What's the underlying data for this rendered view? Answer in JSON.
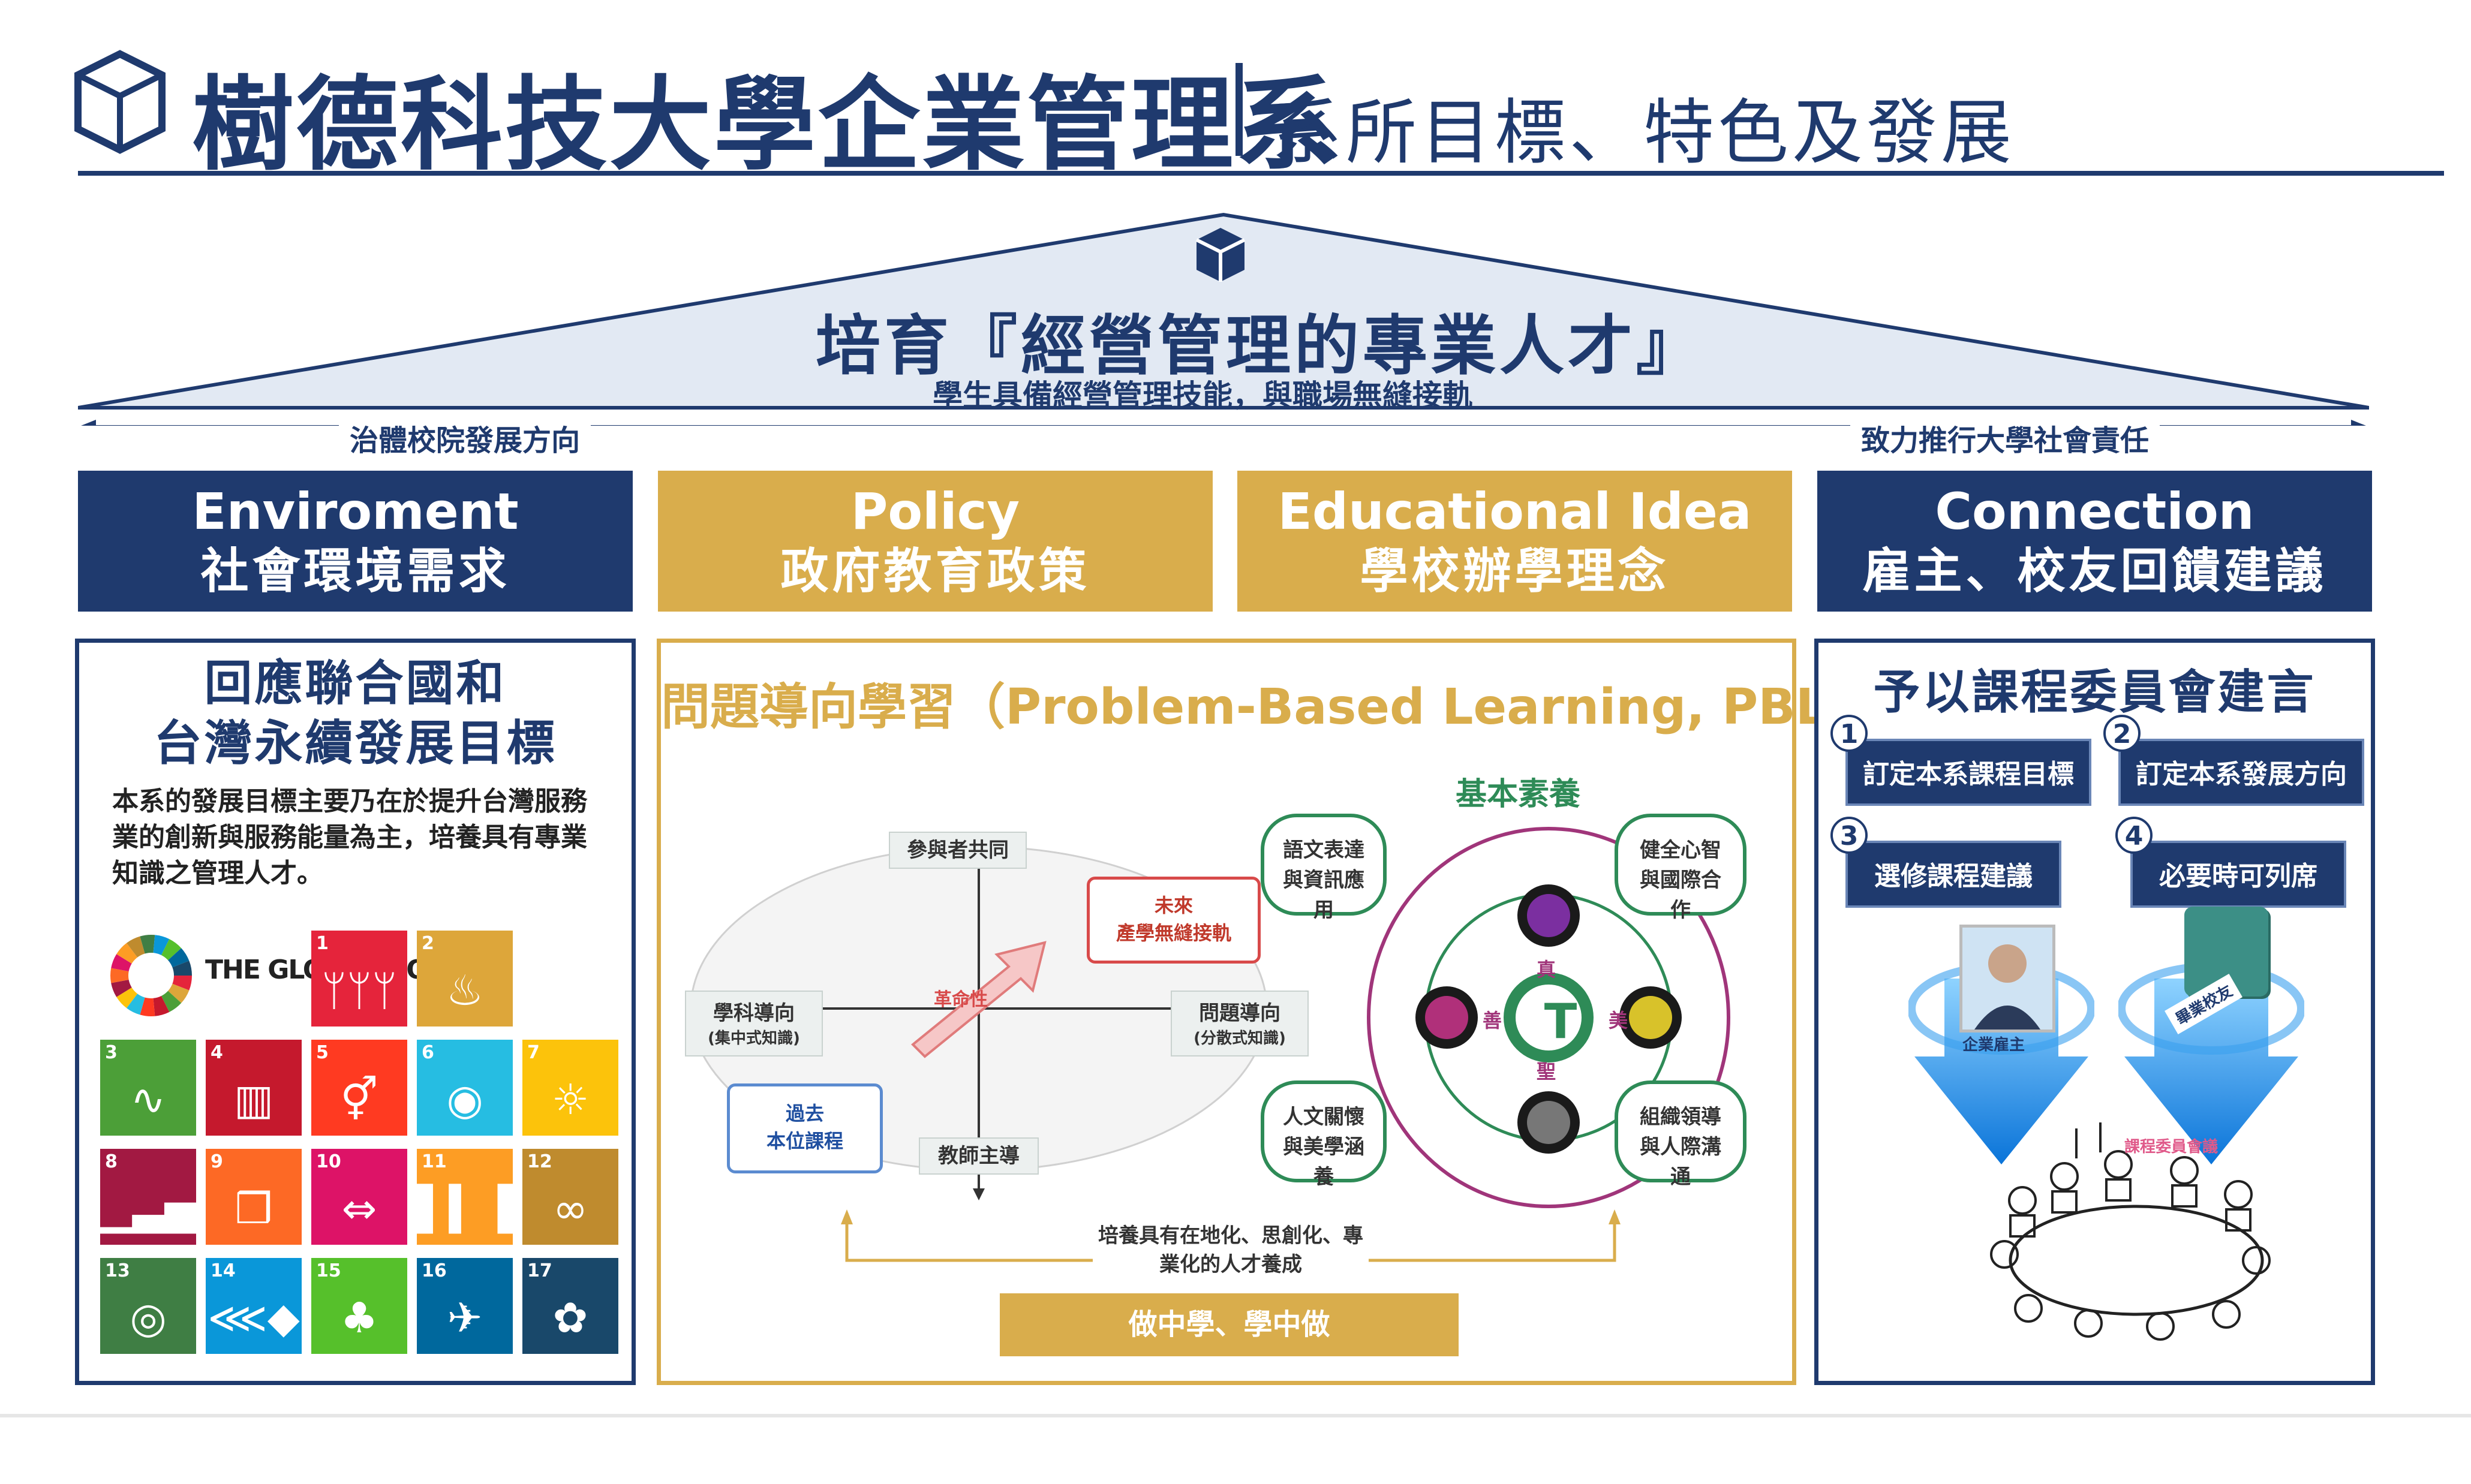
{
  "header": {
    "title": "樹德科技大學企業管理系",
    "subtitle": "系所目標、特色及發展"
  },
  "roof": {
    "title": "培育『經營管理的專業人才』",
    "subtitle": "學生具備經營管理技能，與職場無縫接軌",
    "arrow_left": "治體校院發展方向",
    "arrow_right": "致力推行大學社會責任"
  },
  "pillars": [
    {
      "en": "Enviroment",
      "zh": "社會環境需求",
      "color": "#1f3a6e"
    },
    {
      "en": "Policy",
      "zh": "政府教育政策",
      "color": "#d9ad4c"
    },
    {
      "en": "Educational Idea",
      "zh": "學校辦學理念",
      "color": "#d9ad4c"
    },
    {
      "en": "Connection",
      "zh": "雇主、校友回饋建議",
      "color": "#1f3a6e"
    }
  ],
  "environment": {
    "heading_1": "回應聯合國和",
    "heading_2": "台灣永續發展目標",
    "body": "本系的發展目標主要乃在於提升台灣服務業的創新與服務能量為主，培養具有專業知識之管理人才。",
    "global_goals_label": "THE GLOBAL GOALS",
    "sdgs": [
      {
        "num": "1",
        "color": "#e5243b",
        "icon": "people-icon",
        "glyph": "ᛘᛘᛘ"
      },
      {
        "num": "2",
        "color": "#dda63a",
        "icon": "bowl-icon",
        "glyph": "♨"
      },
      {
        "num": "3",
        "color": "#4c9f38",
        "icon": "heartbeat-icon",
        "glyph": "∿"
      },
      {
        "num": "4",
        "color": "#c5192d",
        "icon": "book-icon",
        "glyph": "▥"
      },
      {
        "num": "5",
        "color": "#ff3a21",
        "icon": "gender-icon",
        "glyph": "⚥"
      },
      {
        "num": "6",
        "color": "#26bde2",
        "icon": "water-icon",
        "glyph": "◉"
      },
      {
        "num": "7",
        "color": "#fcc30b",
        "icon": "sun-icon",
        "glyph": "☼"
      },
      {
        "num": "8",
        "color": "#a21942",
        "icon": "growth-chart-icon",
        "glyph": "▁▃▅"
      },
      {
        "num": "9",
        "color": "#fd6925",
        "icon": "cubes-icon",
        "glyph": "❒"
      },
      {
        "num": "10",
        "color": "#dd1367",
        "icon": "equality-icon",
        "glyph": "⇔"
      },
      {
        "num": "11",
        "color": "#fd9d24",
        "icon": "city-icon",
        "glyph": "▌▍▐"
      },
      {
        "num": "12",
        "color": "#bf8b2e",
        "icon": "infinity-icon",
        "glyph": "∞"
      },
      {
        "num": "13",
        "color": "#3f7e44",
        "icon": "eye-globe-icon",
        "glyph": "◎"
      },
      {
        "num": "14",
        "color": "#0a97d9",
        "icon": "fish-icon",
        "glyph": "⋘◆"
      },
      {
        "num": "15",
        "color": "#56c02b",
        "icon": "tree-icon",
        "glyph": "♣"
      },
      {
        "num": "16",
        "color": "#00689d",
        "icon": "dove-icon",
        "glyph": "✈"
      },
      {
        "num": "17",
        "color": "#19486a",
        "icon": "flower-icon",
        "glyph": "✿"
      }
    ]
  },
  "pbl": {
    "title": "問題導向學習（Problem-Based Learning, PBL）",
    "quadrant": {
      "top": "參與者共同",
      "left": "學科導向",
      "left_sub": "(集中式知識)",
      "right": "問題導向",
      "right_sub": "(分散式知識)",
      "bottom": "教師主導",
      "past": "過去",
      "past_sub": "本位課程",
      "future": "未來",
      "future_sub": "產學無縫接軌",
      "arrow": "革命性"
    },
    "literacy": {
      "title": "基本素養",
      "center": "T",
      "truth": "真",
      "good": "善",
      "beauty": "美",
      "holy": "聖",
      "items": [
        "語文表達與資訊應用",
        "健全心智與國際合作",
        "人文關懷與美學涵養",
        "組織領導與人際溝通"
      ]
    },
    "caption": "培養具有在地化、思創化、專業化的人才養成",
    "bar": "做中學、學中做"
  },
  "connection": {
    "heading": "予以課程委員會建言",
    "items": [
      {
        "num": "1",
        "label": "訂定本系課程目標"
      },
      {
        "num": "2",
        "label": "訂定本系發展方向"
      },
      {
        "num": "3",
        "label": "選修課程建議"
      },
      {
        "num": "4",
        "label": "必要時可列席"
      }
    ],
    "employer_tag": "企業雇主",
    "alumni_tag": "畢業校友",
    "meeting_tag": "課程委員會議"
  }
}
